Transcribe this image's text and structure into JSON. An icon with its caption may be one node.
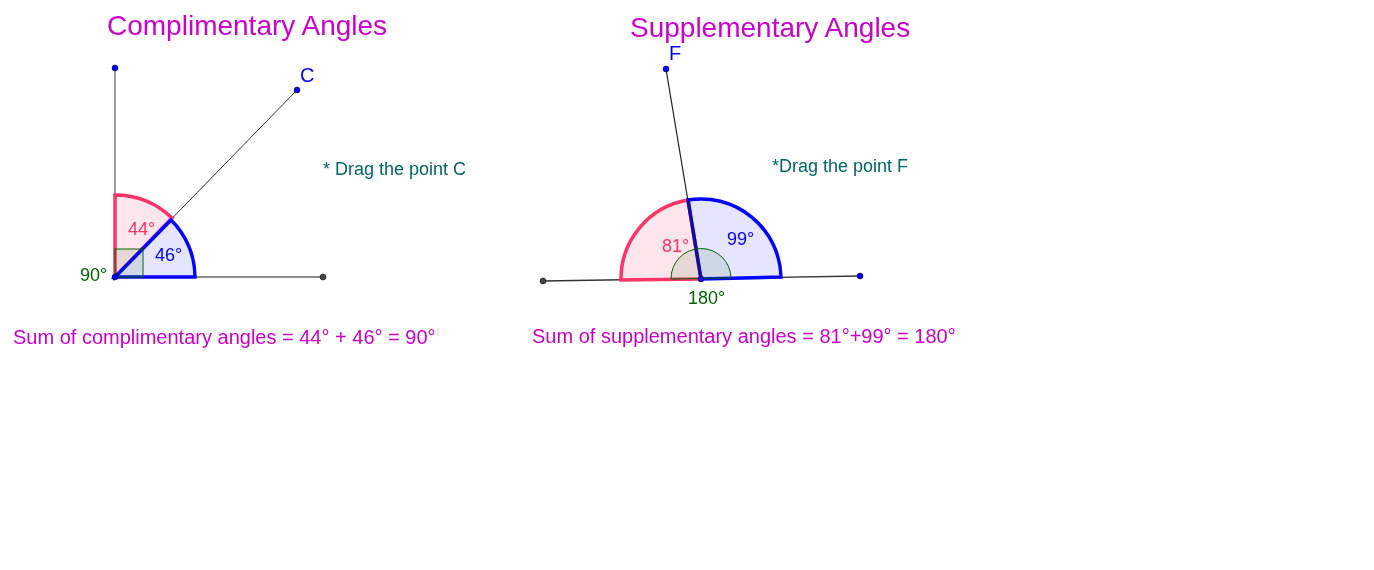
{
  "diagram": {
    "labels": [
      "Complimentary Angles",
      "Supplementary Angles",
      "C",
      "F",
      "* Drag the point C",
      "*Drag the point F",
      "44°",
      "90°",
      "46°",
      "81°",
      "99°",
      "180°",
      "Sum of complimentary angles = 44° + 46° = 90°",
      "Sum of supplementary angles = 81°+99° = 180°"
    ]
  }
}
